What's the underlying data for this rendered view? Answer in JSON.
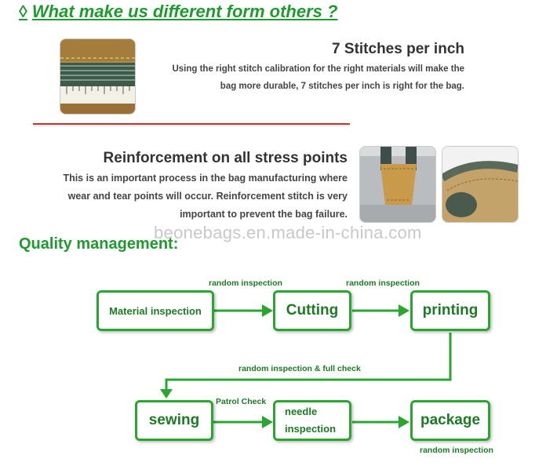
{
  "header": {
    "title": "What make us different form others ?",
    "bullet": "◊"
  },
  "stitches": {
    "title": "7 Stitches per inch",
    "line1": "Using the right stitch calibration for the right materials will make the",
    "line2": "bag more durable, 7 stitches per inch is right for the bag."
  },
  "reinforcement": {
    "title": "Reinforcement on all stress points",
    "line1": "This is an important process in the bag manufacturing where",
    "line2": "wear and tear points will occur. Reinforcement stitch is very",
    "line3": "important to prevent the bag failure."
  },
  "watermark": "beonebags.en.made-in-china.com",
  "quality": {
    "title": "Quality management:",
    "steps": {
      "material": "Material inspection",
      "cutting": "Cutting",
      "printing": "printing",
      "sewing": "sewing",
      "needle_line1": "needle",
      "needle_line2": "inspection",
      "package": "package"
    },
    "labels": {
      "material_to_cutting": "random inspection",
      "cutting_to_printing": "random inspection",
      "printing_to_sewing": "random inspection & full check",
      "sewing_to_needle": "Patrol Check",
      "after_package": "random inspection"
    }
  },
  "colors": {
    "green": "#2aa52f",
    "dark_green": "#1d7a25",
    "title_green": "#1f9a2e",
    "divider_red": "#b8332c"
  }
}
